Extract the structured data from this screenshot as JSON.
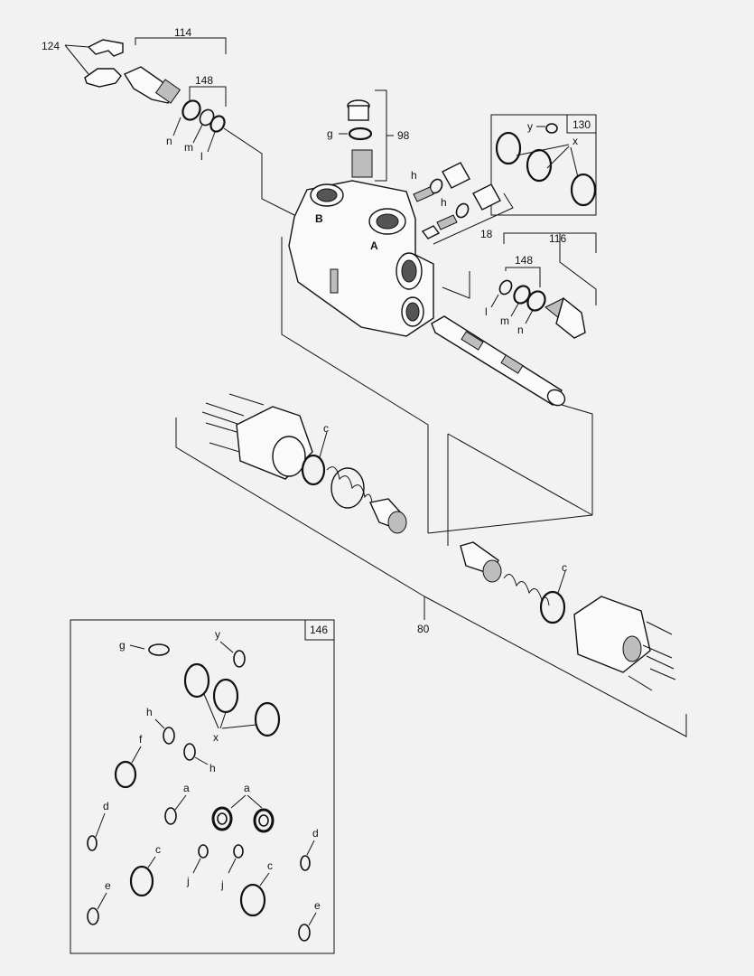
{
  "callouts": {
    "c124": "124",
    "c114": "114",
    "c148_top": "148",
    "c148_right": "148",
    "c98": "98",
    "c130": "130",
    "c18": "18",
    "c116": "116",
    "c80": "80",
    "c146": "146"
  },
  "letters": {
    "n": "n",
    "m": "m",
    "l": "l",
    "g": "g",
    "h": "h",
    "y": "y",
    "x": "x",
    "c": "c",
    "f": "f",
    "d": "d",
    "a": "a",
    "j": "j",
    "e": "e",
    "A": "A",
    "B": "B"
  }
}
